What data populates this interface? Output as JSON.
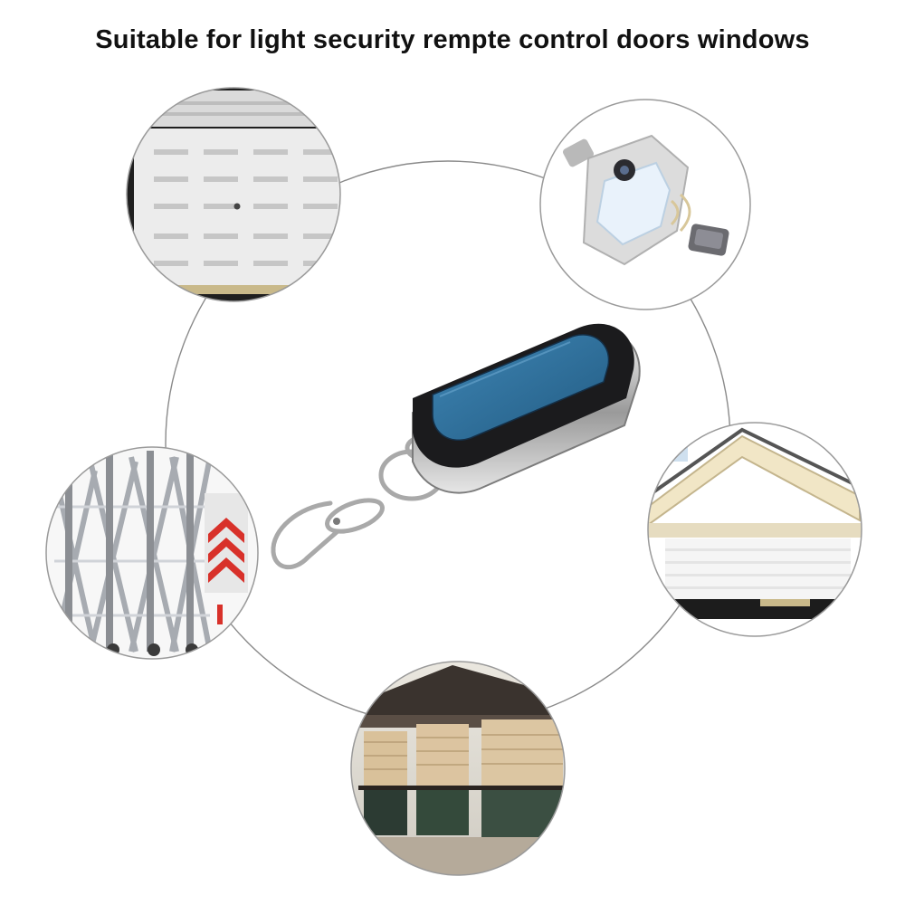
{
  "headline": "Suitable for light security rempte control doors windows",
  "product": {
    "name": "remote-control-keyfob",
    "accent": "#2f6e9a",
    "body": "#1b1b1d"
  },
  "applications": [
    {
      "id": "garage-door"
    },
    {
      "id": "light-bulb"
    },
    {
      "id": "retractable-gate"
    },
    {
      "id": "roll-up-door"
    },
    {
      "id": "rolling-shutter-windows"
    }
  ],
  "colors": {
    "ring": "#8a8a8a",
    "background": "#ffffff",
    "arrow_red": "#d8312a"
  }
}
